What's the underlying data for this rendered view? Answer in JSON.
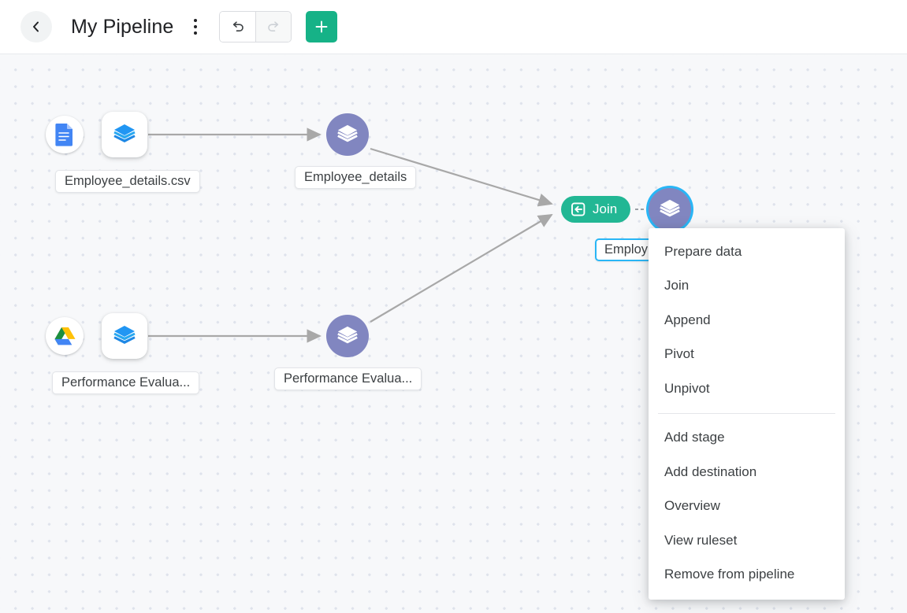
{
  "header": {
    "back_icon": "chevron-left-icon",
    "title": "My Pipeline",
    "kebab_icon": "more-vertical-icon",
    "undo_icon": "undo-icon",
    "redo_icon": "redo-icon",
    "add_icon": "plus-icon",
    "accent_green": "#16b287"
  },
  "canvas": {
    "background": "#f7f8fa",
    "dot_color": "#dfe3ec",
    "edge_color": "#a8a8a8",
    "nodes": [
      {
        "id": "src1",
        "kind": "source",
        "icon": "csv-file-icon",
        "label": "Employee_details.csv",
        "selected": false
      },
      {
        "id": "stage1",
        "kind": "stage-square",
        "icon": "layers-stack-icon",
        "label": "",
        "selected": false
      },
      {
        "id": "dataset1",
        "kind": "stage-circle",
        "icon": "layers-stack-icon",
        "label": "Employee_details",
        "selected": false
      },
      {
        "id": "src2",
        "kind": "source",
        "icon": "google-drive-icon",
        "label": "Performance Evalua...",
        "selected": false
      },
      {
        "id": "stage2",
        "kind": "stage-square",
        "icon": "layers-stack-icon",
        "label": "",
        "selected": false
      },
      {
        "id": "dataset2",
        "kind": "stage-circle",
        "icon": "layers-stack-icon",
        "label": "Performance Evalua...",
        "selected": false
      },
      {
        "id": "join1",
        "kind": "join-pill",
        "icon": "join-icon",
        "label": "Join",
        "selected": false
      },
      {
        "id": "output1",
        "kind": "stage-circle",
        "icon": "layers-stack-icon",
        "label": "Employ",
        "selected": true
      }
    ],
    "colors": {
      "stage_circle": "#8186c0",
      "join_pill": "#22b794",
      "selection_ring": "#29b6f6",
      "csv_icon": "#4285f4"
    }
  },
  "context_menu": {
    "group1": [
      {
        "label": "Prepare data"
      },
      {
        "label": "Join"
      },
      {
        "label": "Append"
      },
      {
        "label": "Pivot"
      },
      {
        "label": "Unpivot"
      }
    ],
    "group2": [
      {
        "label": "Add stage"
      },
      {
        "label": "Add destination"
      },
      {
        "label": "Overview"
      },
      {
        "label": "View ruleset"
      },
      {
        "label": "Remove from pipeline"
      }
    ]
  }
}
